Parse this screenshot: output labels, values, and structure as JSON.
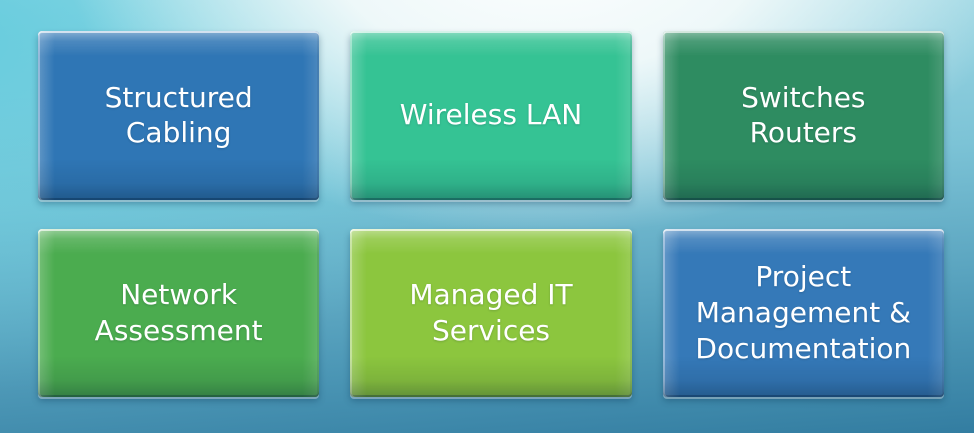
{
  "diagram": {
    "type": "service-tile-grid",
    "rows": 2,
    "columns": 3
  },
  "tiles": [
    {
      "label": "Structured\nCabling",
      "color": "#2F76B5"
    },
    {
      "label": "Wireless LAN",
      "color": "#35C394"
    },
    {
      "label": "Switches\nRouters",
      "color": "#2E8C61"
    },
    {
      "label": "Network\nAssessment",
      "color": "#4BAC4F"
    },
    {
      "label": "Managed IT\nServices",
      "color": "#8CC63E"
    },
    {
      "label": "Project\nManagement &\nDocumentation",
      "color": "#3579B8"
    }
  ],
  "style": {
    "text_color": "#FFFFFF",
    "background_top_center": "#EFF9FA",
    "background_top_left": "#66CBDD",
    "background_bottom_left": "#2E7FA0",
    "background_bottom_right": "#51809F"
  }
}
